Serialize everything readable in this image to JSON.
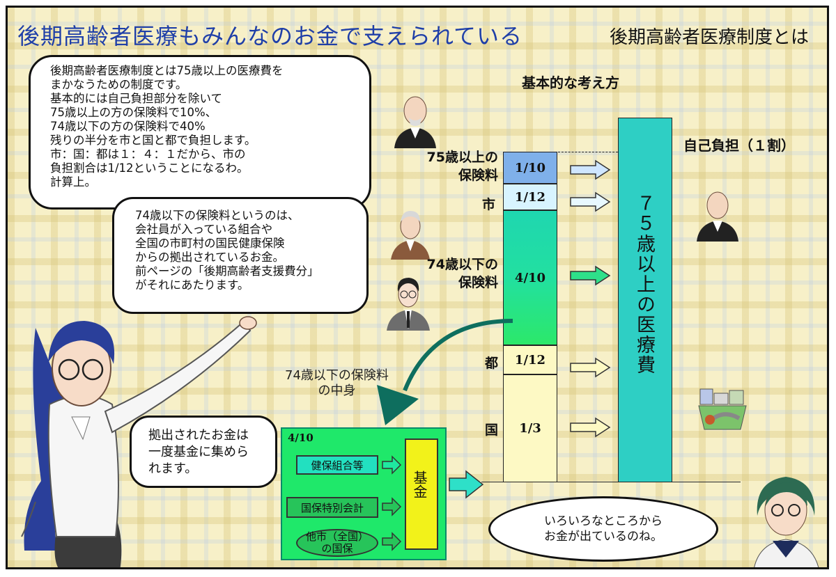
{
  "header": {
    "title": "後期高齢者医療もみんなのお金で支えられている",
    "subtitle": "後期高齢者医療制度とは"
  },
  "diagram": {
    "heading": "基本的な考え方",
    "segments": [
      {
        "label_lines": [
          "75歳以上の",
          "保険料"
        ],
        "fraction": "1/10",
        "color": "#7fb0ea"
      },
      {
        "label_lines": [
          "市"
        ],
        "fraction": "1/12",
        "color": "#d8f4ff"
      },
      {
        "label_lines": [
          "74歳以下の",
          "保険料"
        ],
        "fraction": "4/10",
        "color": "#1fd6b0"
      },
      {
        "label_lines": [
          "都"
        ],
        "fraction": "1/12",
        "color": "#fdf9c4"
      },
      {
        "label_lines": [
          "国"
        ],
        "fraction": "1/3",
        "color": "#fdf9c4"
      }
    ],
    "self_pay": "自己負担（１割）",
    "total_label": "７５歳以上の医療費",
    "fund_heading_lines": [
      "74歳以下の保険料",
      "の中身"
    ],
    "fund": {
      "fraction": "4/10",
      "sources": [
        "健保組合等",
        "国保特別会計"
      ],
      "source3_lines": [
        "他市（全国）",
        "の国保"
      ],
      "target": "基金"
    }
  },
  "bubbles": {
    "top_left": [
      "後期高齢者医療制度とは75歳以上の医療費を",
      "まかなうための制度です。",
      "基本的には自己負担部分を除いて",
      "75歳以上の方の保険料で10%、",
      "74歳以下の方の保険料で40%",
      "残りの半分を市と国と都で負担します。",
      "市：国：都は１：４：１だから、市の",
      "負担割合は1/12ということになるわ。",
      "計算上。"
    ],
    "middle": [
      "74歳以下の保険料というのは、",
      "会社員が入っている組合や",
      "全国の市町村の国民健康保険",
      "からの拠出されているお金。",
      "前ページの「後期高齢者支援費分」",
      "がそれにあたります。"
    ],
    "lower_left": [
      "拠出されたお金は",
      "一度基金に集めら",
      "れます。"
    ],
    "bottom_right": [
      "いろいろなところから",
      "お金が出ているのね。"
    ]
  },
  "colors": {
    "title": "#1f3fa8",
    "total_bar": "#2ecfc4",
    "fund_box": "#1fe86a",
    "fund_target": "#f2f21a",
    "curve_arrow": "#0e6e5e"
  }
}
